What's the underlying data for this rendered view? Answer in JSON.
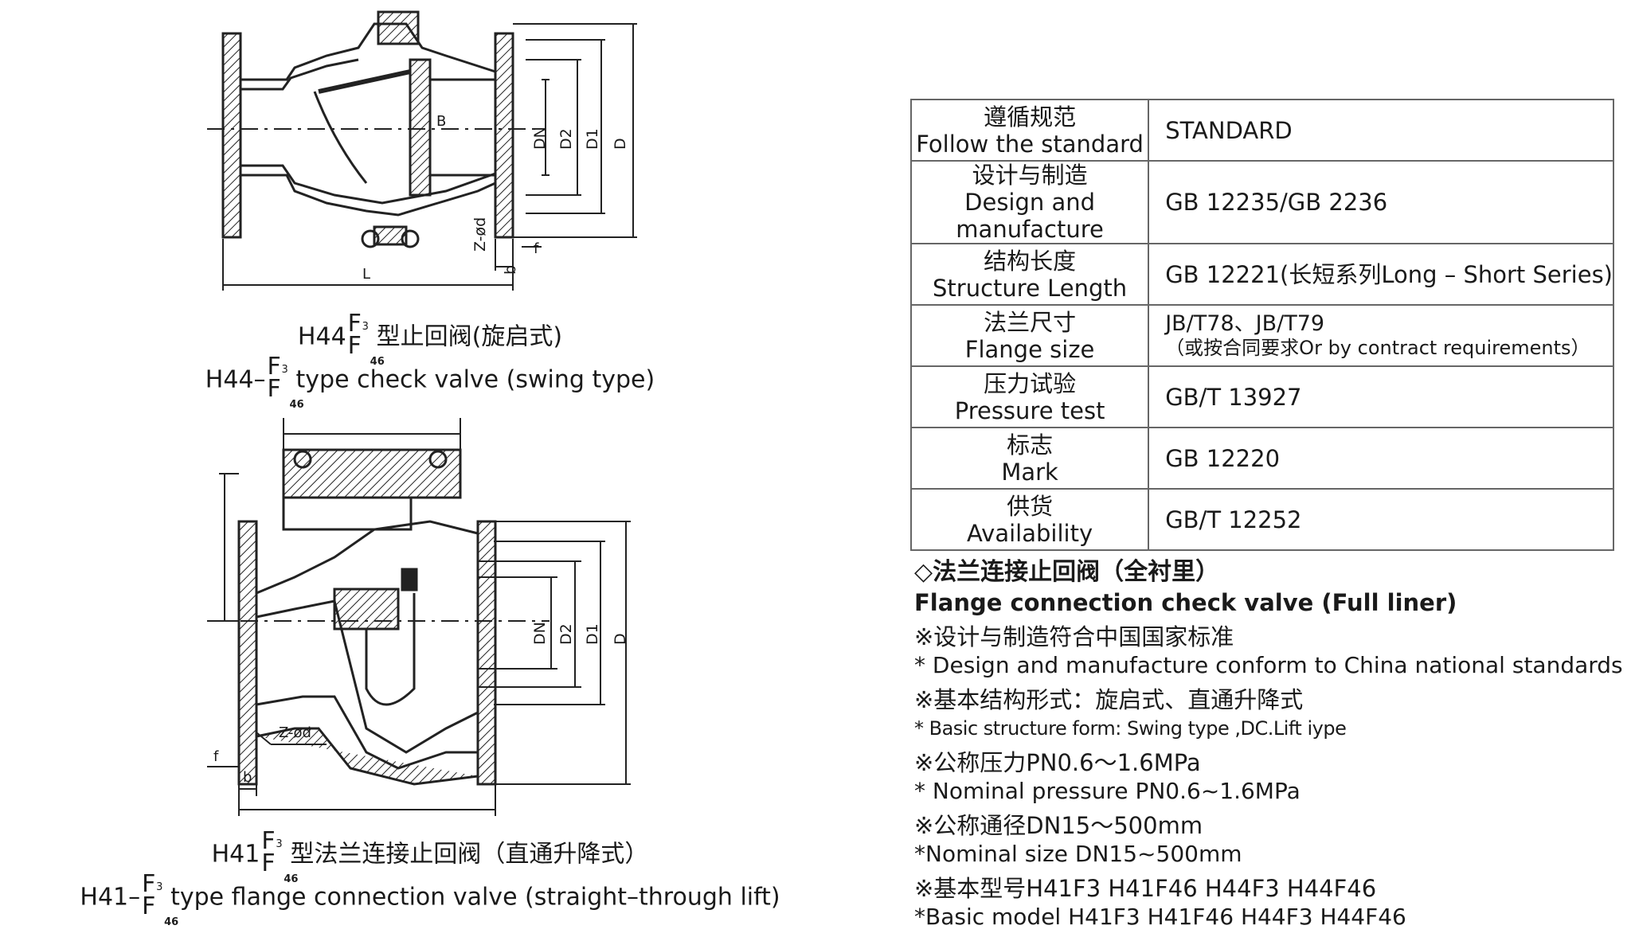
{
  "figure_top": {
    "dim_labels": [
      "DN",
      "D2",
      "D1",
      "D",
      "B",
      "L",
      "Z-ød",
      "b",
      "f"
    ],
    "caption_zh_prefix": "H44",
    "caption_zh_suffix": "型止回阀(旋启式)",
    "caption_en_prefix": "H44–",
    "caption_en_suffix": "type check valve (swing type)"
  },
  "figure_bottom": {
    "dim_labels": [
      "DN",
      "D2",
      "D1",
      "D",
      "Z-ød",
      "f",
      "b"
    ],
    "caption_zh_prefix": "H41",
    "caption_zh_suffix": "型法兰连接止回阀（直通升降式）",
    "caption_en_prefix": "H41–",
    "caption_en_suffix": "type flange connection valve (straight–through lift)"
  },
  "fraction": {
    "top": "F",
    "top_sup": "3",
    "bottom": "F",
    "bottom_sub": "46"
  },
  "table": {
    "rows": [
      {
        "zh": "遵循规范",
        "en": "Follow the standard",
        "value": "STANDARD"
      },
      {
        "zh": "设计与制造",
        "en": "Design and manufacture",
        "value": "GB 12235/GB 2236"
      },
      {
        "zh": "结构长度",
        "en": "Structure Length",
        "value": "GB 12221(长短系列Long – Short Series)"
      },
      {
        "zh": "法兰尺寸",
        "en": "Flange size",
        "value": "JB/T78、JB/T79",
        "value2": "（或按合同要求Or by contract requirements）"
      },
      {
        "zh": "压力试验",
        "en": "Pressure test",
        "value": "GB/T 13927"
      },
      {
        "zh": "标志",
        "en": "Mark",
        "value": "GB 12220"
      },
      {
        "zh": "供货",
        "en": "Availability",
        "value": "GB/T 12252"
      }
    ]
  },
  "notes": {
    "heading_zh": "◇法兰连接止回阀（全衬里）",
    "heading_en": "Flange connection check valve (Full liner)",
    "items": [
      {
        "zh": "※设计与制造符合中国国家标准",
        "en": "* Design and manufacture conform to China national standards"
      },
      {
        "zh": "※基本结构形式：旋启式、直通升降式",
        "en": "* Basic structure form: Swing type ,DC.Lift iype"
      },
      {
        "zh": "※公称压力PN0.6～1.6MPa",
        "en": "* Nominal pressure PN0.6~1.6MPa"
      },
      {
        "zh": "※公称通径DN15～500mm",
        "en": "*Nominal size DN15~500mm"
      },
      {
        "zh": "※基本型号H41F3 H41F46 H44F3 H44F46",
        "en": "*Basic model H41F3 H41F46 H44F3 H44F46"
      }
    ]
  }
}
